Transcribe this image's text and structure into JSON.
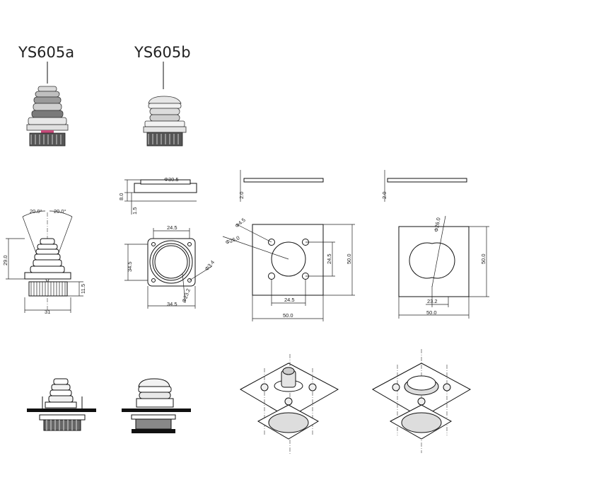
{
  "models": {
    "a": "YS605a",
    "b": "YS605b"
  },
  "side_view": {
    "angle_left": "20.0°",
    "angle_right": "20.0°",
    "height": "29.0",
    "base_height": "11.5",
    "base_width": "31"
  },
  "gasket_section": {
    "diameter": "Φ30.5",
    "total_thickness": "8.0",
    "flange_thickness": "1.5"
  },
  "flange_view": {
    "hole_spacing": "24.5",
    "side_height": "34.5",
    "width": "34.5",
    "hole_dia": "Φ3.4",
    "bore_dia": "Φ23.2"
  },
  "panel_a": {
    "thickness": "2.0",
    "hole_dia": "Φ4.5",
    "center_dia": "Φ26.0",
    "hole_spacing_x": "24.5",
    "hole_spacing_y": "24.5",
    "size_x": "50.0",
    "size_y": "50.0"
  },
  "panel_b": {
    "thickness": "2.0",
    "center_dia": "Φ26.0",
    "offset": "23.2",
    "size_x": "50.0",
    "size_y": "50.0"
  }
}
